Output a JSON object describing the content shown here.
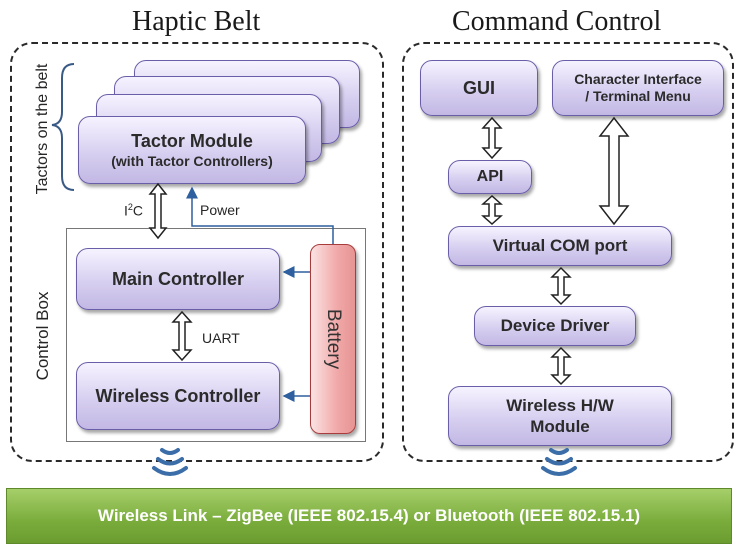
{
  "titles": {
    "haptic": "Haptic Belt",
    "command": "Command Control"
  },
  "haptic": {
    "tactors_label": "Tactors on the belt",
    "tactor_module_title": "Tactor Module",
    "tactor_module_sub": "(with Tactor Controllers)",
    "i2c_label_main": "I",
    "i2c_label_sup": "2",
    "i2c_label_end": "C",
    "power_label": "Power",
    "control_box_label": "Control Box",
    "main_controller": "Main Controller",
    "uart_label": "UART",
    "wireless_controller": "Wireless Controller",
    "battery": "Battery"
  },
  "command": {
    "gui": "GUI",
    "char_interface_line1": "Character Interface",
    "char_interface_line2": "/ Terminal Menu",
    "api": "API",
    "virtual_com": "Virtual COM port",
    "device_driver": "Device Driver",
    "wireless_hw_line1": "Wireless H/W",
    "wireless_hw_line2": "Module"
  },
  "link": {
    "label": "Wireless Link – ZigBee (IEEE 802.15.4) or Bluetooth (IEEE 802.15.1)"
  },
  "colors": {
    "box_fill": "#c9c0e8",
    "box_border": "#6b5ea8",
    "battery_fill": "#f1a8a8",
    "link_fill": "#7aac3c",
    "wireless_icon": "#3b6ea8"
  }
}
